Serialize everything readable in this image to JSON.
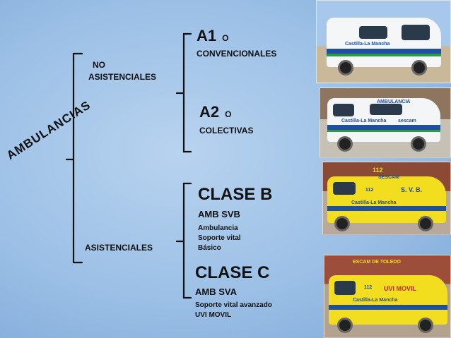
{
  "title": "AMBULANCIAS",
  "groups": {
    "no_asistenciales": {
      "label_line1": "NO",
      "label_line2": "ASISTENCIALES"
    },
    "asistenciales": {
      "label": "ASISTENCIALES"
    }
  },
  "types": {
    "a1": {
      "code": "A1",
      "connector": "O",
      "name": "CONVENCIONALES"
    },
    "a2": {
      "code": "A2",
      "connector": "O",
      "name": "COLECTIVAS"
    },
    "clase_b": {
      "heading": "CLASE B",
      "sub": "AMB SVB",
      "desc1": "Ambulancia",
      "desc2": "Soporte vital",
      "desc3": "Básico"
    },
    "clase_c": {
      "heading": "CLASE C",
      "sub": "AMB SVA",
      "desc1": "Soporte vital avanzado",
      "desc2": "UVI MOVIL"
    }
  },
  "photos": {
    "p1": {
      "caption": "Castilla-La Mancha"
    },
    "p2": {
      "top_text": "AMBULANCIA",
      "side": "sescam",
      "caption": "Castilla-La Mancha"
    },
    "p3": {
      "badge": "112",
      "svb": "S. V. B.",
      "side": "SESCAM",
      "caption": "Castilla-La Mancha",
      "top": "112"
    },
    "p4": {
      "top_text": "ESCAM DE TOLEDO",
      "badge": "112",
      "uvi": "UVI MOVIL",
      "caption": "Castilla-La Mancha"
    }
  },
  "colors": {
    "bracket": "#111111",
    "svb_yellow": "#f2dd1e",
    "blue": "#1f4fa0",
    "green": "#2e9a48"
  }
}
